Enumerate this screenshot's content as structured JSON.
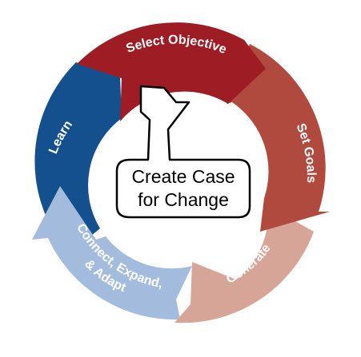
{
  "diagram": {
    "center_label": {
      "line1": "Create Case",
      "line2": "for Change"
    },
    "segments": [
      {
        "id": "select",
        "label": "Select Objective",
        "color": "#9e1c23"
      },
      {
        "id": "goals",
        "label": "Set Goals",
        "color": "#b0493e"
      },
      {
        "id": "generate",
        "label": "Generate",
        "color": "#d6a597"
      },
      {
        "id": "connect",
        "label_line1": "Connect, Expand,",
        "label_line2": "& Adapt",
        "color": "#a3bcde"
      },
      {
        "id": "learn",
        "label": "Learn",
        "color": "#15508e"
      }
    ]
  }
}
